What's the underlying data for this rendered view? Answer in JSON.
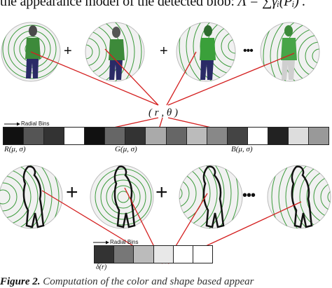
{
  "intro_text": "the appearance model of the detected blob:",
  "formula": "Λ = ∑γᵢ(Pᵢ) .",
  "plus_sign": "+",
  "ellipsis": "•••",
  "polar_label": "( r , θ )",
  "radial_bins_label": "Radial Bins",
  "histogram_labels": {
    "r": "R(μ, σ)",
    "g": "G(μ, σ)",
    "b": "B(μ, σ)",
    "shape": "δ(r)"
  },
  "caption_prefix": "Figure 2.",
  "caption_text": "Computation of the color and shape based appear",
  "colors": {
    "ring_green": "#3a9a3a",
    "arrow_red": "#d42020",
    "circle_fill": "#f1f1f1"
  },
  "strip_cells": {
    "rgb": [
      "#111111",
      "#555555",
      "#333333",
      "#ffffff",
      "#111111",
      "#666666",
      "#333333",
      "#aaaaaa",
      "#666666",
      "#bbbbbb",
      "#888888",
      "#444444",
      "#ffffff",
      "#222222",
      "#dddddd",
      "#999999"
    ],
    "shape": [
      "#333333",
      "#777777",
      "#bbbbbb",
      "#e8e8e8",
      "#ffffff",
      "#ffffff"
    ]
  }
}
